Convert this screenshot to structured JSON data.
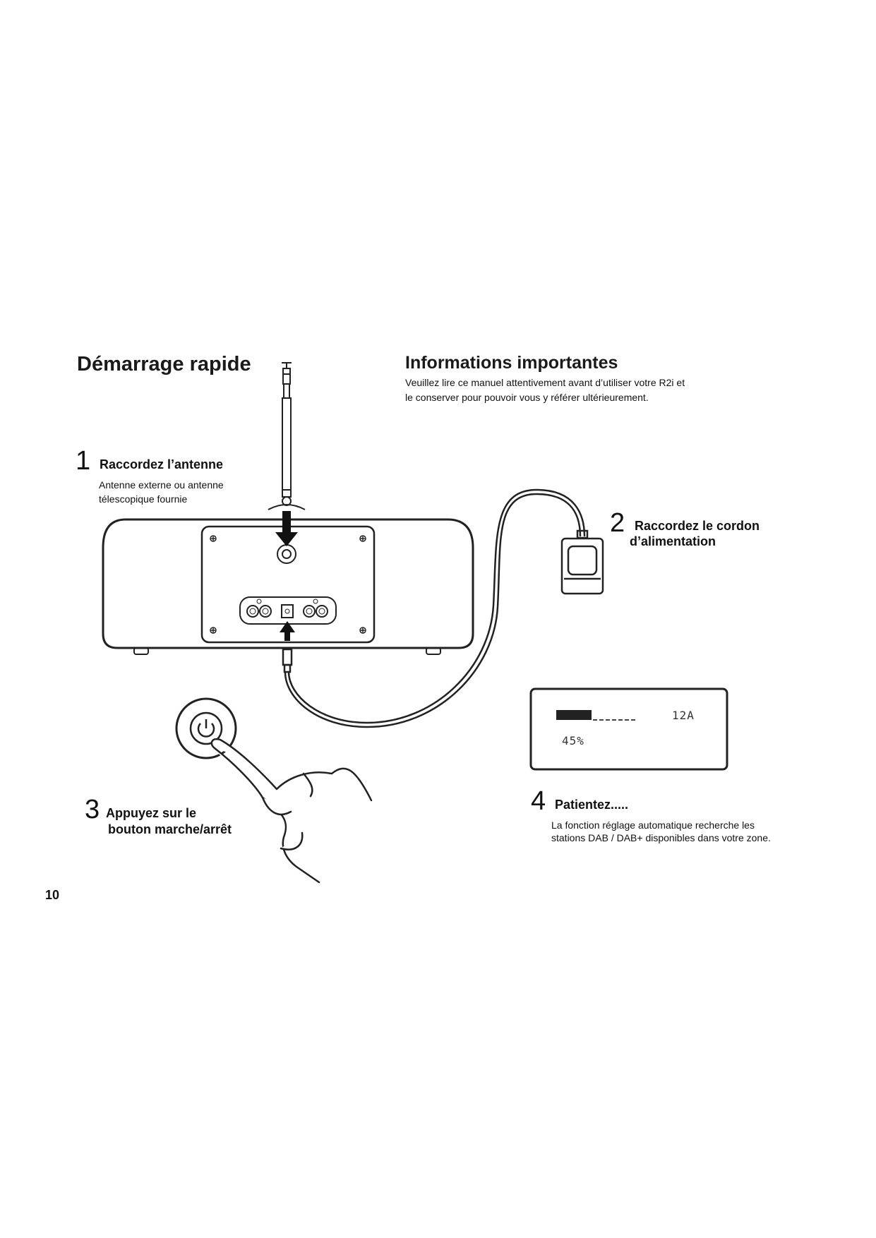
{
  "header": {
    "title": "Démarrage rapide",
    "info_title": "Informations importantes",
    "info_line1": "Veuillez lire ce manuel attentivement avant d’utiliser votre R2i et",
    "info_line2": "le conserver pour pouvoir vous y référer ultérieurement."
  },
  "steps": [
    {
      "number": "1",
      "title": "Raccordez l’antenne",
      "desc_line1": "Antenne externe ou antenne",
      "desc_line2": "télescopique fournie"
    },
    {
      "number": "2",
      "title_line1": "Raccordez le cordon",
      "title_line2": "d’alimentation"
    },
    {
      "number": "3",
      "title_line1": "Appuyez sur le",
      "title_line2": "bouton marche/arrêt"
    },
    {
      "number": "4",
      "title": "Patientez.....",
      "desc_line1": "La fonction réglage automatique recherche  les",
      "desc_line2": "stations DAB / DAB+ disponibles dans votre zone."
    }
  ],
  "lcd": {
    "channel": "12A",
    "percent_label": "45%",
    "progress": 0.45
  },
  "footer": {
    "page_number": "10"
  },
  "icons": [
    "telescopic-antenna-icon",
    "radio-back-panel-icon",
    "power-adapter-icon",
    "power-button-icon",
    "hand-pointer-icon",
    "arrow-down-icon",
    "arrow-up-icon"
  ]
}
